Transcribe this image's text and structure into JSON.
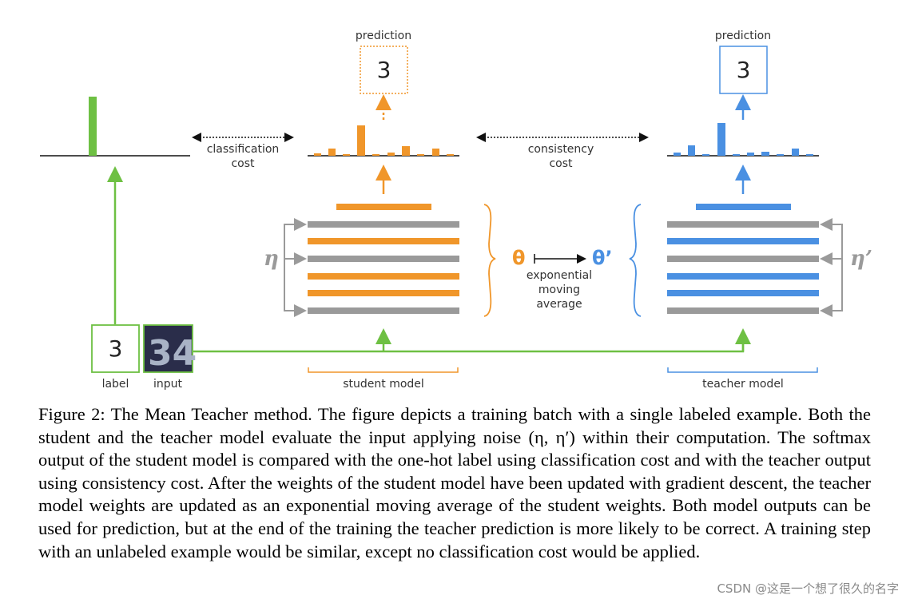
{
  "figure": {
    "student_prediction_title": "prediction",
    "teacher_prediction_title": "prediction",
    "student_prediction_digit": "3",
    "teacher_prediction_digit": "3",
    "label_digit": "3",
    "label_caption": "label",
    "input_caption": "input",
    "input_image_text": "34",
    "classification_cost": [
      "classification",
      "cost"
    ],
    "consistency_cost": [
      "consistency",
      "cost"
    ],
    "student_model": "student model",
    "teacher_model": "teacher model",
    "eta": "η",
    "eta_prime": "η’",
    "theta": "θ",
    "theta_prime": "θ’",
    "ema": [
      "exponential",
      "moving",
      "average"
    ],
    "colors": {
      "student": "#f0962a",
      "teacher": "#4a90e2",
      "label_green": "#6ec043",
      "layer_gray": "#9a9a9a"
    }
  },
  "caption": "Figure 2: The Mean Teacher method. The figure depicts a training batch with a single labeled example. Both the student and the teacher model evaluate the input applying noise (η, η′) within their computation. The softmax output of the student model is compared with the one-hot label using classification cost and with the teacher output using consistency cost. After the weights of the student model have been updated with gradient descent, the teacher model weights are updated as an exponential moving average of the student weights. Both model outputs can be used for prediction, but at the end of the training the teacher prediction is more likely to be correct. A training step with an unlabeled example would be similar, except no classification cost would be applied.",
  "watermark": "CSDN @这是一个想了很久的名字"
}
